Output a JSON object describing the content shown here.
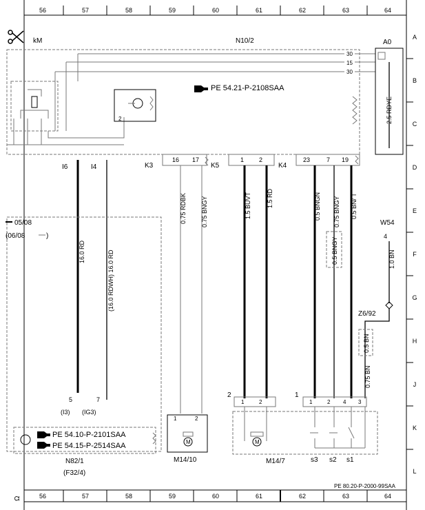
{
  "grid": {
    "cols": [
      "56",
      "57",
      "58",
      "59",
      "60",
      "61",
      "62",
      "63",
      "64"
    ],
    "rows": [
      "A",
      "B",
      "C",
      "D",
      "E",
      "F",
      "G",
      "H",
      "J",
      "K",
      "L"
    ]
  },
  "labels": {
    "km": "kM",
    "i6": "I6",
    "i4": "I4",
    "variant_from": "05/08",
    "variant_to": "(06/08",
    "variant_close": ")",
    "w54": "W54",
    "w54_pin": "4",
    "z6_92": "Z6/92"
  },
  "symbols": {
    "motor": "M"
  },
  "components": {
    "n10_2": {
      "name": "N10/2",
      "pins": [
        "30",
        "15",
        "30"
      ],
      "transistor_pin": "2",
      "ref": "PE 54.21-P-2108SAA"
    },
    "a0": {
      "name": "A0",
      "wire": "2.5 RDYE"
    },
    "n82_1": {
      "name": "N82/1",
      "sub": "(F32/4)",
      "pins": [
        "5",
        "7"
      ],
      "pin_names": [
        "(I3)",
        "(IG3)"
      ],
      "refs": [
        "PE 54.10-P-2101SAA",
        "PE 54.15-P-2514SAA"
      ]
    },
    "m14_10": {
      "name": "M14/10",
      "pins": [
        "1",
        "2"
      ]
    },
    "m14_7": {
      "name": "M14/7",
      "conn_labels": [
        "2",
        "1"
      ],
      "a_pins": [
        "1",
        "2"
      ],
      "b_pins": [
        "1",
        "2",
        "4",
        "3"
      ],
      "switches": [
        "s3",
        "s2",
        "s1"
      ]
    }
  },
  "connectors": {
    "k3": "K3",
    "k3_pins": [
      "16",
      "17"
    ],
    "k5": "K5",
    "k4": "K4",
    "k4_pins": [
      "1",
      "2"
    ],
    "right_pins": [
      "23",
      "7",
      "19"
    ]
  },
  "wires": {
    "w16rd": "16.0 RD",
    "w16rdwh": "(16.0 RDWH) 16.0 RD",
    "w075rdbk": "0.75 RDBK",
    "w075bngy": "0.75 BNGY",
    "w15buvt": "1.5 BUVT",
    "w15rd": "1.5 RD",
    "w05bngn": "0.5 BNGN",
    "w05bnt": "0.5 BN/ T",
    "w05bngy": "0.5 BNGY",
    "w10bn": "1.0 BN",
    "w05bn": "0.5 BN",
    "w075bn": "0.75 BN"
  },
  "footer": {
    "ref": "PE 80.20-P-2000-99SAA",
    "mark": "Ω"
  }
}
